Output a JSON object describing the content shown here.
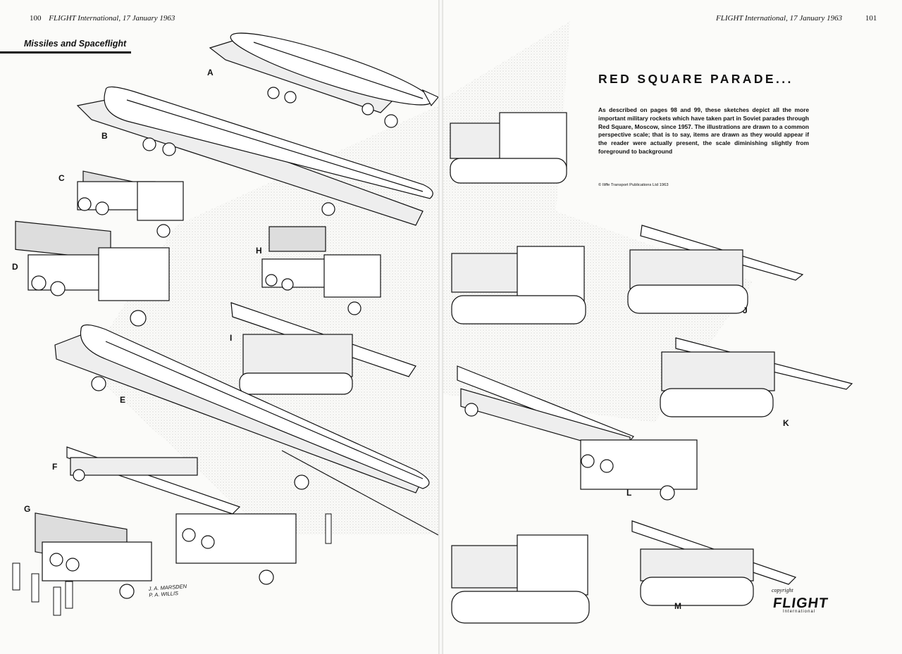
{
  "left_page": {
    "page_number": "100",
    "running_head": "FLIGHT International, 17 January 1963",
    "section_title": "Missiles and Spaceflight",
    "signature": [
      "J. A. MARSDEN",
      "P. A. WILLIS"
    ],
    "labels": [
      "A",
      "B",
      "C",
      "D",
      "E",
      "F",
      "G",
      "H",
      "I"
    ]
  },
  "right_page": {
    "page_number": "101",
    "running_head": "FLIGHT International, 17 January 1963",
    "title": "RED SQUARE PARADE...",
    "caption": "As described on pages 98 and 99, these sketches depict all the more important military rockets which have taken part in Soviet parades through Red Square, Moscow, since 1957. The illustrations are drawn to a common perspective scale; that is to say, items are drawn as they would appear if the reader were actually present, the scale diminishing slightly from foreground to background",
    "copyright_notice": "© Iliffe Transport Publications Ltd 1963",
    "labels": [
      "J",
      "K",
      "L",
      "M"
    ],
    "logo": {
      "prefix": "copyright",
      "name": "FLIGHT",
      "sub": "International"
    }
  },
  "colors": {
    "ink": "#111111",
    "paper": "#fbfbf9",
    "stipple": "#d8d8d4"
  }
}
